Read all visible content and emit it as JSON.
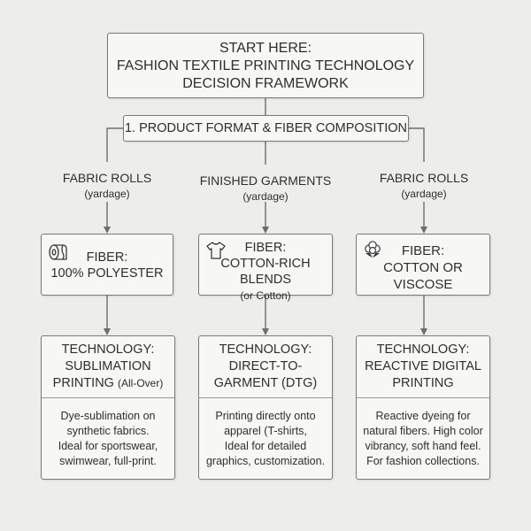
{
  "start": {
    "line1": "START HERE:",
    "line2": "FASHION TEXTILE PRINTING TECHNOLOGY",
    "line3": "DECISION FRAMEWORK"
  },
  "step1": {
    "label": "1. PRODUCT FORMAT & FIBER COMPOSITION"
  },
  "branches": [
    {
      "format": "FABRIC ROLLS",
      "format_sub": "(yardage)",
      "fiber_icon": "fabric-roll-icon",
      "fiber_line1": "FIBER:",
      "fiber_line2": "100% POLYESTER",
      "tech_line1": "TECHNOLOGY:",
      "tech_line2": "SUBLIMATION",
      "tech_line3": "PRINTING",
      "tech_line3_small": "(All-Over)",
      "desc": [
        "Dye-sublimation on",
        "synthetic fabrics.",
        "Ideal for sportswear,",
        "swimwear, full-print."
      ]
    },
    {
      "format": "FINISHED GARMENTS",
      "format_sub": "(yardage)",
      "fiber_icon": "t-shirt-icon",
      "fiber_line1": "FIBER:",
      "fiber_line2": "COTTON-RICH",
      "fiber_line3": "BLENDS",
      "fiber_line4": "(or Cotton)",
      "tech_line1": "TECHNOLOGY:",
      "tech_line2": "DIRECT-TO-",
      "tech_line3": "GARMENT (DTG)",
      "desc": [
        "Printing directly onto",
        "apparel (T-shirts,",
        "Ideal for detailed",
        "graphics, customization."
      ]
    },
    {
      "format": "FABRIC ROLLS",
      "format_sub": "(yardage)",
      "fiber_icon": "cotton-boll-icon",
      "fiber_line1": "FIBER:",
      "fiber_line2": "COTTON OR",
      "fiber_line3": "VISCOSE",
      "tech_line1": "TECHNOLOGY:",
      "tech_line2": "REACTIVE DIGITAL",
      "tech_line3": "PRINTING",
      "desc": [
        "Reactive dyeing for",
        "natural fibers. High color",
        "vibrancy, soft hand feel.",
        "For fashion collections."
      ]
    }
  ],
  "colors": {
    "background": "#ededeb",
    "box_fill": "#f7f7f5",
    "line": "#6e6e6e",
    "text": "#2e2e2e"
  }
}
